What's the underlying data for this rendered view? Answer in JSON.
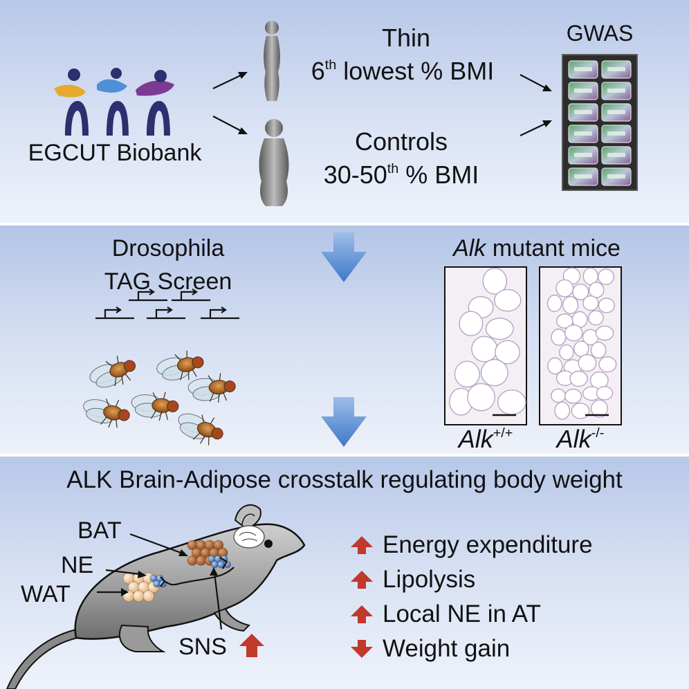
{
  "panel1": {
    "biobank_label": "EGCUT Biobank",
    "thin_label": "Thin",
    "thin_percentile_prefix": "6",
    "thin_percentile_sup": "th",
    "thin_percentile_suffix": " lowest % BMI",
    "controls_label": "Controls",
    "controls_percentile_prefix": "30-50",
    "controls_percentile_sup": "th",
    "controls_percentile_suffix": " % BMI",
    "gwas_label": "GWAS"
  },
  "panel2": {
    "drosophila_line1": "Drosophila",
    "drosophila_line2": "TAG Screen",
    "alk_gene": "Alk",
    "alk_mice_suffix": " mutant mice",
    "wildtype_gene": "Alk",
    "wildtype_sup": "+/+",
    "knockout_gene": "Alk",
    "knockout_sup": "-/-"
  },
  "panel3": {
    "title": "ALK Brain-Adipose crosstalk regulating body weight",
    "labels": {
      "bat": "BAT",
      "ne": "NE",
      "wat": "WAT",
      "sns": "SNS"
    },
    "effects": [
      {
        "text": "Energy expenditure",
        "direction": "up"
      },
      {
        "text": "Lipolysis",
        "direction": "up"
      },
      {
        "text": "Local NE in AT",
        "direction": "up"
      },
      {
        "text": "Weight gain",
        "direction": "down"
      }
    ]
  },
  "colors": {
    "arrow_red": "#c0392b",
    "flow_arrow_blue": "#3f78c8",
    "logo_yellow": "#e8a92c",
    "logo_blue": "#4f8fd6",
    "logo_purple": "#7c3b93",
    "logo_navy": "#2e2f6e"
  }
}
